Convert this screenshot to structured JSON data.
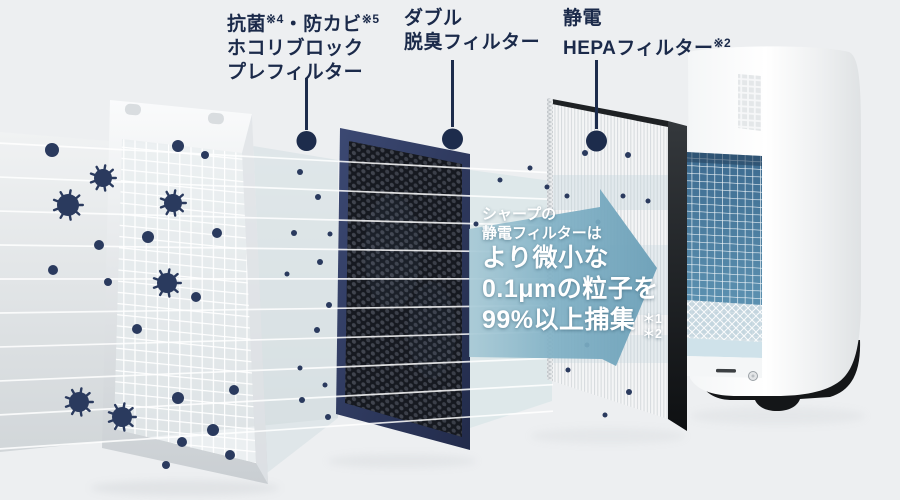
{
  "colors": {
    "background": "#edeff1",
    "text_navy": "#1b2a4a",
    "leader_navy": "#1d2c4c",
    "particle_navy": "#2a3a5e",
    "arrow_blue": "#7fb0c5",
    "deodorizer_frame_navy": "#2e3a5f",
    "hepa_frame_black": "#1c1f22",
    "appliance_grid_blue": "#4e80a4",
    "stream_tint": "#dce6e9"
  },
  "labels": {
    "prefilter": {
      "t1": "抗菌",
      "s1": "※4",
      "t2": "・防カビ",
      "s2": "※5",
      "l2": "ホコリブロック",
      "l3": "プレフィルター"
    },
    "deodorizer": {
      "l1": "ダブル",
      "l2": "脱臭フィルター"
    },
    "hepa": {
      "l1": "静電",
      "t2": "HEPAフィルター",
      "s2": "※2"
    }
  },
  "arrow": {
    "intro1": "シャープの",
    "intro2": "静電フィルターは",
    "big1": "より微小な",
    "big2": "0.1μmの粒子を",
    "big3": "99%以上捕集",
    "note1": "＊1",
    "note2": "＊2"
  },
  "scene": {
    "particles": [
      [
        52,
        150,
        7,
        "d"
      ],
      [
        103,
        178,
        9,
        "v"
      ],
      [
        68,
        205,
        11,
        "v"
      ],
      [
        99,
        245,
        5,
        "d"
      ],
      [
        53,
        270,
        5,
        "d"
      ],
      [
        108,
        282,
        4,
        "d"
      ],
      [
        148,
        237,
        6,
        "d"
      ],
      [
        173,
        203,
        9,
        "v"
      ],
      [
        178,
        146,
        6,
        "d"
      ],
      [
        167,
        283,
        10,
        "v"
      ],
      [
        196,
        297,
        5,
        "d"
      ],
      [
        137,
        329,
        5,
        "d"
      ],
      [
        205,
        155,
        4,
        "d"
      ],
      [
        217,
        233,
        5,
        "d"
      ],
      [
        79,
        402,
        10,
        "v"
      ],
      [
        122,
        417,
        10,
        "v"
      ],
      [
        178,
        398,
        6,
        "d"
      ],
      [
        213,
        430,
        6,
        "d"
      ],
      [
        182,
        442,
        5,
        "d"
      ],
      [
        166,
        465,
        4,
        "d"
      ],
      [
        234,
        390,
        5,
        "d"
      ],
      [
        230,
        455,
        5,
        "d"
      ],
      [
        300,
        172,
        3,
        "d"
      ],
      [
        318,
        197,
        3,
        "d"
      ],
      [
        294,
        233,
        3,
        "d"
      ],
      [
        330,
        234,
        2.5,
        "d"
      ],
      [
        320,
        262,
        3,
        "d"
      ],
      [
        287,
        274,
        2.5,
        "d"
      ],
      [
        329,
        305,
        3,
        "d"
      ],
      [
        317,
        330,
        3,
        "d"
      ],
      [
        300,
        368,
        2.5,
        "d"
      ],
      [
        325,
        385,
        2.5,
        "d"
      ],
      [
        302,
        400,
        3,
        "d"
      ],
      [
        328,
        417,
        3,
        "d"
      ],
      [
        500,
        180,
        2.5,
        "d"
      ],
      [
        530,
        168,
        2.5,
        "d"
      ],
      [
        585,
        153,
        3,
        "d"
      ],
      [
        628,
        155,
        3,
        "d"
      ],
      [
        547,
        187,
        2.5,
        "d"
      ],
      [
        567,
        196,
        2.5,
        "d"
      ],
      [
        623,
        196,
        2.5,
        "d"
      ],
      [
        648,
        201,
        2.5,
        "d"
      ],
      [
        476,
        224,
        2.5,
        "d"
      ],
      [
        598,
        222,
        2.5,
        "d"
      ],
      [
        587,
        345,
        2.5,
        "d"
      ],
      [
        568,
        370,
        2.5,
        "d"
      ],
      [
        629,
        392,
        3,
        "d"
      ],
      [
        605,
        415,
        2.5,
        "d"
      ]
    ],
    "streak_baselines": [
      143,
      177,
      211,
      245,
      279,
      313,
      347,
      381,
      415,
      449
    ]
  }
}
